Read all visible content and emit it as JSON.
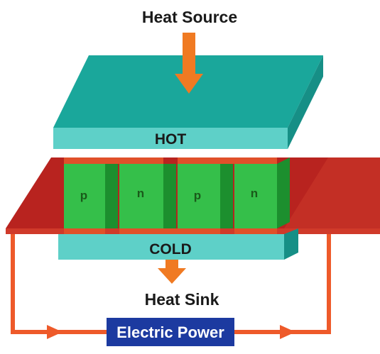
{
  "labels": {
    "heat_source": "Heat Source",
    "hot": "HOT",
    "cold": "COLD",
    "heat_sink": "Heat Sink",
    "electric_power": "Electric Power"
  },
  "legs": [
    "p",
    "n",
    "p",
    "n"
  ],
  "colors": {
    "ceramic_top": "#1aa79b",
    "ceramic_face": "#5ed0c8",
    "ceramic_side": "#168f86",
    "leg_front": "#35bf4a",
    "leg_side": "#1c8f2e",
    "conductor": "#e0502a",
    "base_plate": "#b8231f",
    "base_plate_light": "#d03a2a",
    "wire": "#ee5a2a",
    "arrow": "#f07a22",
    "power_box": "#1c3aa0",
    "text_dark": "#1a1a1a",
    "text_light": "#ffffff"
  }
}
